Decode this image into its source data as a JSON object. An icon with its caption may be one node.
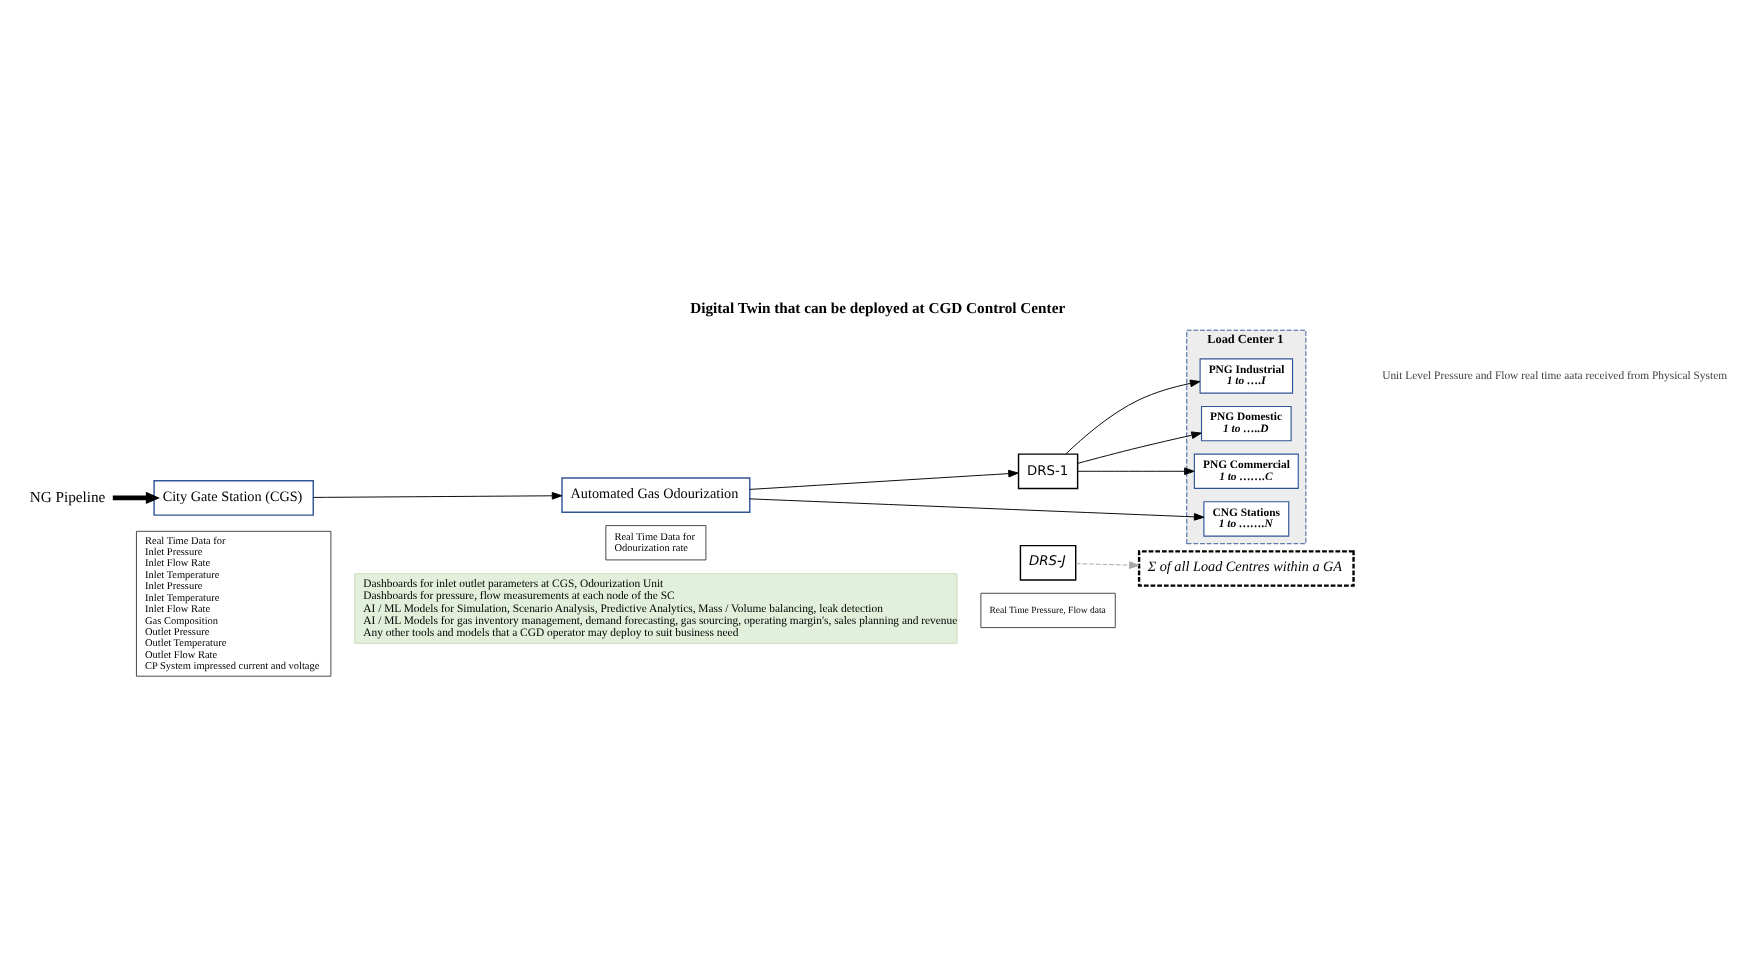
{
  "diagram": {
    "title": "Digital Twin that can be deployed at CGD Control Center",
    "nodes": [
      {
        "text": [
          "NG Pipeline"
        ]
      },
      {
        "text": [
          "City Gate Station (CGS)"
        ]
      },
      {
        "text": [
          "Real Time Data for",
          "Inlet Pressure",
          "Inlet Flow Rate",
          "Inlet Temperature",
          "Inlet Pressure",
          "Inlet Temperature",
          "Inlet Flow Rate",
          "Gas Composition",
          "Outlet Pressure",
          "Outlet Temperature",
          "Outlet Flow Rate",
          "CP System impressed current and voltage"
        ]
      },
      {
        "text": [
          "Automated Gas Odourization"
        ]
      },
      {
        "text": [
          "Real Time Data for",
          "Odourization rate"
        ]
      },
      {
        "text": [
          "DRS-1"
        ]
      },
      {
        "text": [
          "DRS-J"
        ]
      },
      {
        "text": [
          "Load Center 1"
        ]
      },
      {
        "text": [
          "PNG Domestic",
          "1 to …..D"
        ],
        "in": 7
      },
      {
        "text": [
          "PNG Industrial",
          "1 to ….I"
        ],
        "in": 7
      },
      {
        "text": [
          "PNG Commercial",
          "1 to …….C"
        ],
        "in": 7
      },
      {
        "text": [
          "CNG Stations",
          "1 to …….N"
        ],
        "in": 7
      },
      {
        "text": [
          "Real Time Pressure, Flow data"
        ]
      },
      {
        "text": [
          "Σ of all Load Centres within a GA"
        ]
      },
      {
        "text": [
          "Dashboards for inlet outlet parameters at CGS, Odourization Unit",
          "Dashboards for pressure, flow measurements at each node of the SC",
          "AI / ML Models for Simulation, Scenario Analysis, Predictive Analytics, Mass / Volume balancing, leak detection",
          "AI / ML Models for gas inventory management, demand forecasting, gas sourcing, operating margin's, sales planning and revenue",
          "Any other tools and models that a CGD operator may deploy to suit business need"
        ]
      }
    ],
    "edges": [
      {
        "from": 0,
        "to": 1,
        "arrow": "to",
        "style": "thick"
      },
      {
        "from": 1,
        "to": 3,
        "arrow": "to"
      },
      {
        "from": 3,
        "to": 5,
        "arrow": "to"
      },
      {
        "from": 3,
        "to": 11,
        "arrow": "to"
      },
      {
        "from": 5,
        "to": 8,
        "arrow": "to"
      },
      {
        "from": 5,
        "to": 9,
        "arrow": "to"
      },
      {
        "from": 5,
        "to": 10,
        "arrow": "to"
      },
      {
        "from": 6,
        "to": 13,
        "arrow": "to",
        "style": "dashed",
        "color": "#a6a6a6"
      }
    ],
    "labels": [
      "Unit Level Pressure and Flow real time aata received from Physical System"
    ]
  }
}
